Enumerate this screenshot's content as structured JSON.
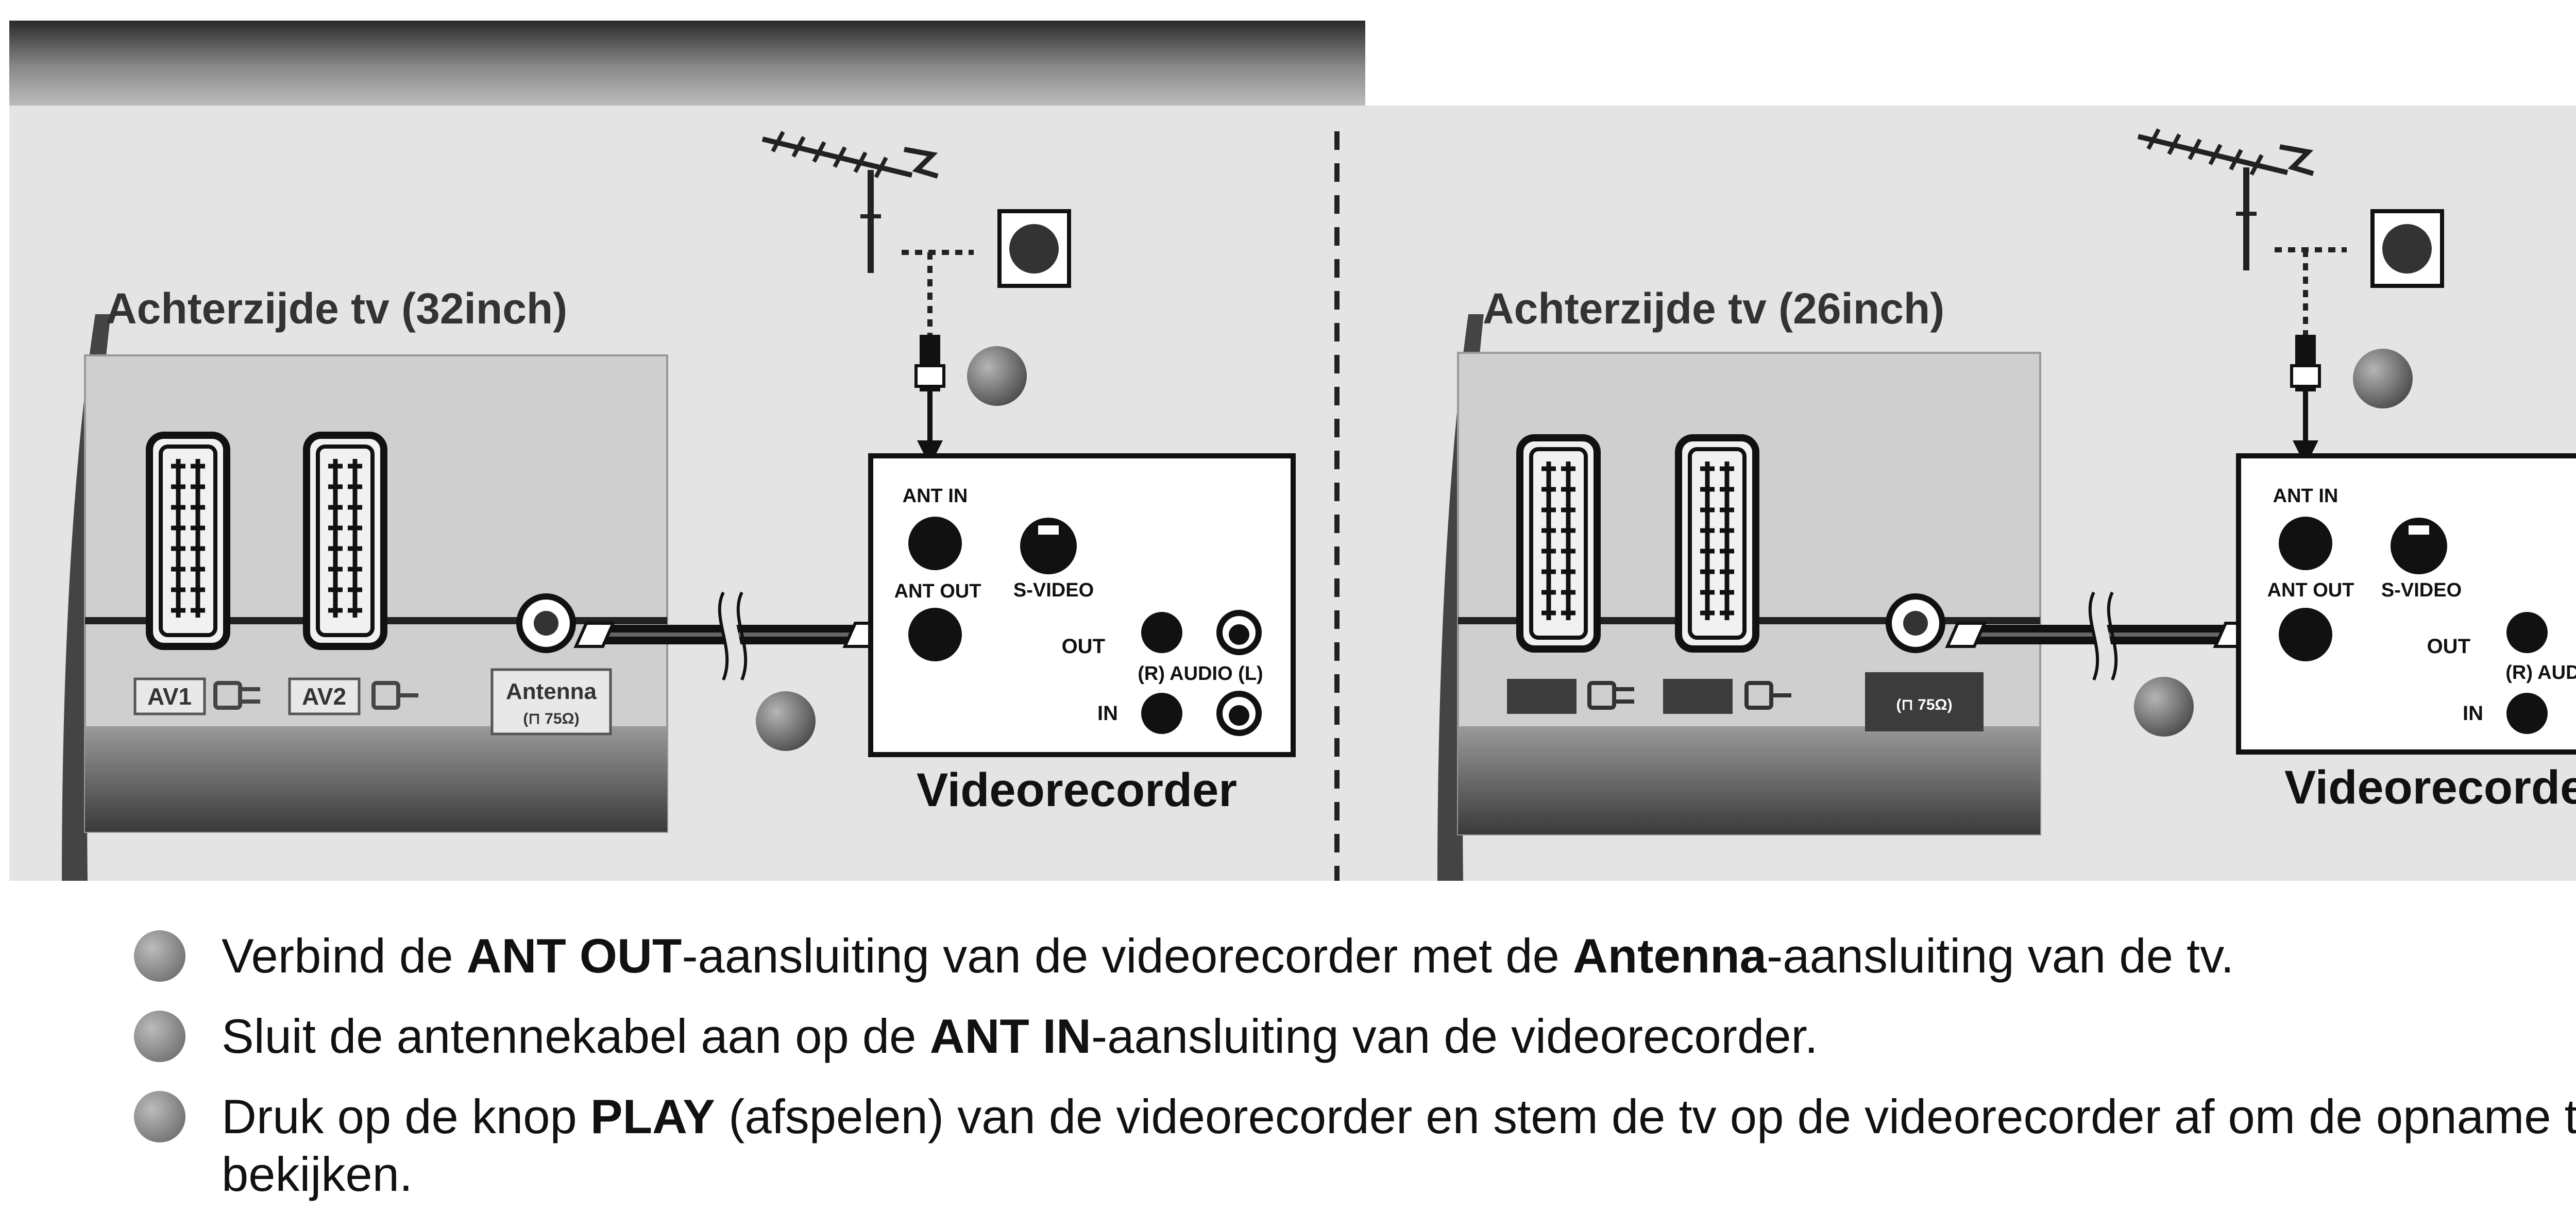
{
  "left_panel": {
    "title": "Achterzijde tv (32inch)",
    "av1_label": "AV1",
    "av2_label": "AV2",
    "antenna_label": "Antenna",
    "antenna_sub": "(⊓ 75Ω)"
  },
  "right_panel": {
    "title": "Achterzijde tv (26inch)",
    "antenna_sub": "(⊓ 75Ω)"
  },
  "vcr": {
    "ant_in": "ANT IN",
    "ant_out": "ANT OUT",
    "s_video": "S-VIDEO",
    "out": "OUT",
    "in": "IN",
    "audio": "(R) AUDIO (L)",
    "name": "Videorecorder"
  },
  "steps": [
    {
      "p1": "Verbind de ",
      "b1": "ANT OUT",
      "p2": "-aansluiting van de videorecorder met de ",
      "b2": "Antenna",
      "p3": "-aansluiting van de tv."
    },
    {
      "p1": "Sluit de antennekabel aan op de ",
      "b1": "ANT IN",
      "p2": "-aansluiting van de videorecorder."
    },
    {
      "p1": "Druk op de knop ",
      "b1": "PLAY",
      "p2": " (afspelen) van de videorecorder en stem de tv op de videorecorder af om de opname te bekijken."
    }
  ],
  "colors": {
    "panel_bg": "#e2e2e2",
    "marker": "#5f5f5f",
    "text": "#111111"
  }
}
